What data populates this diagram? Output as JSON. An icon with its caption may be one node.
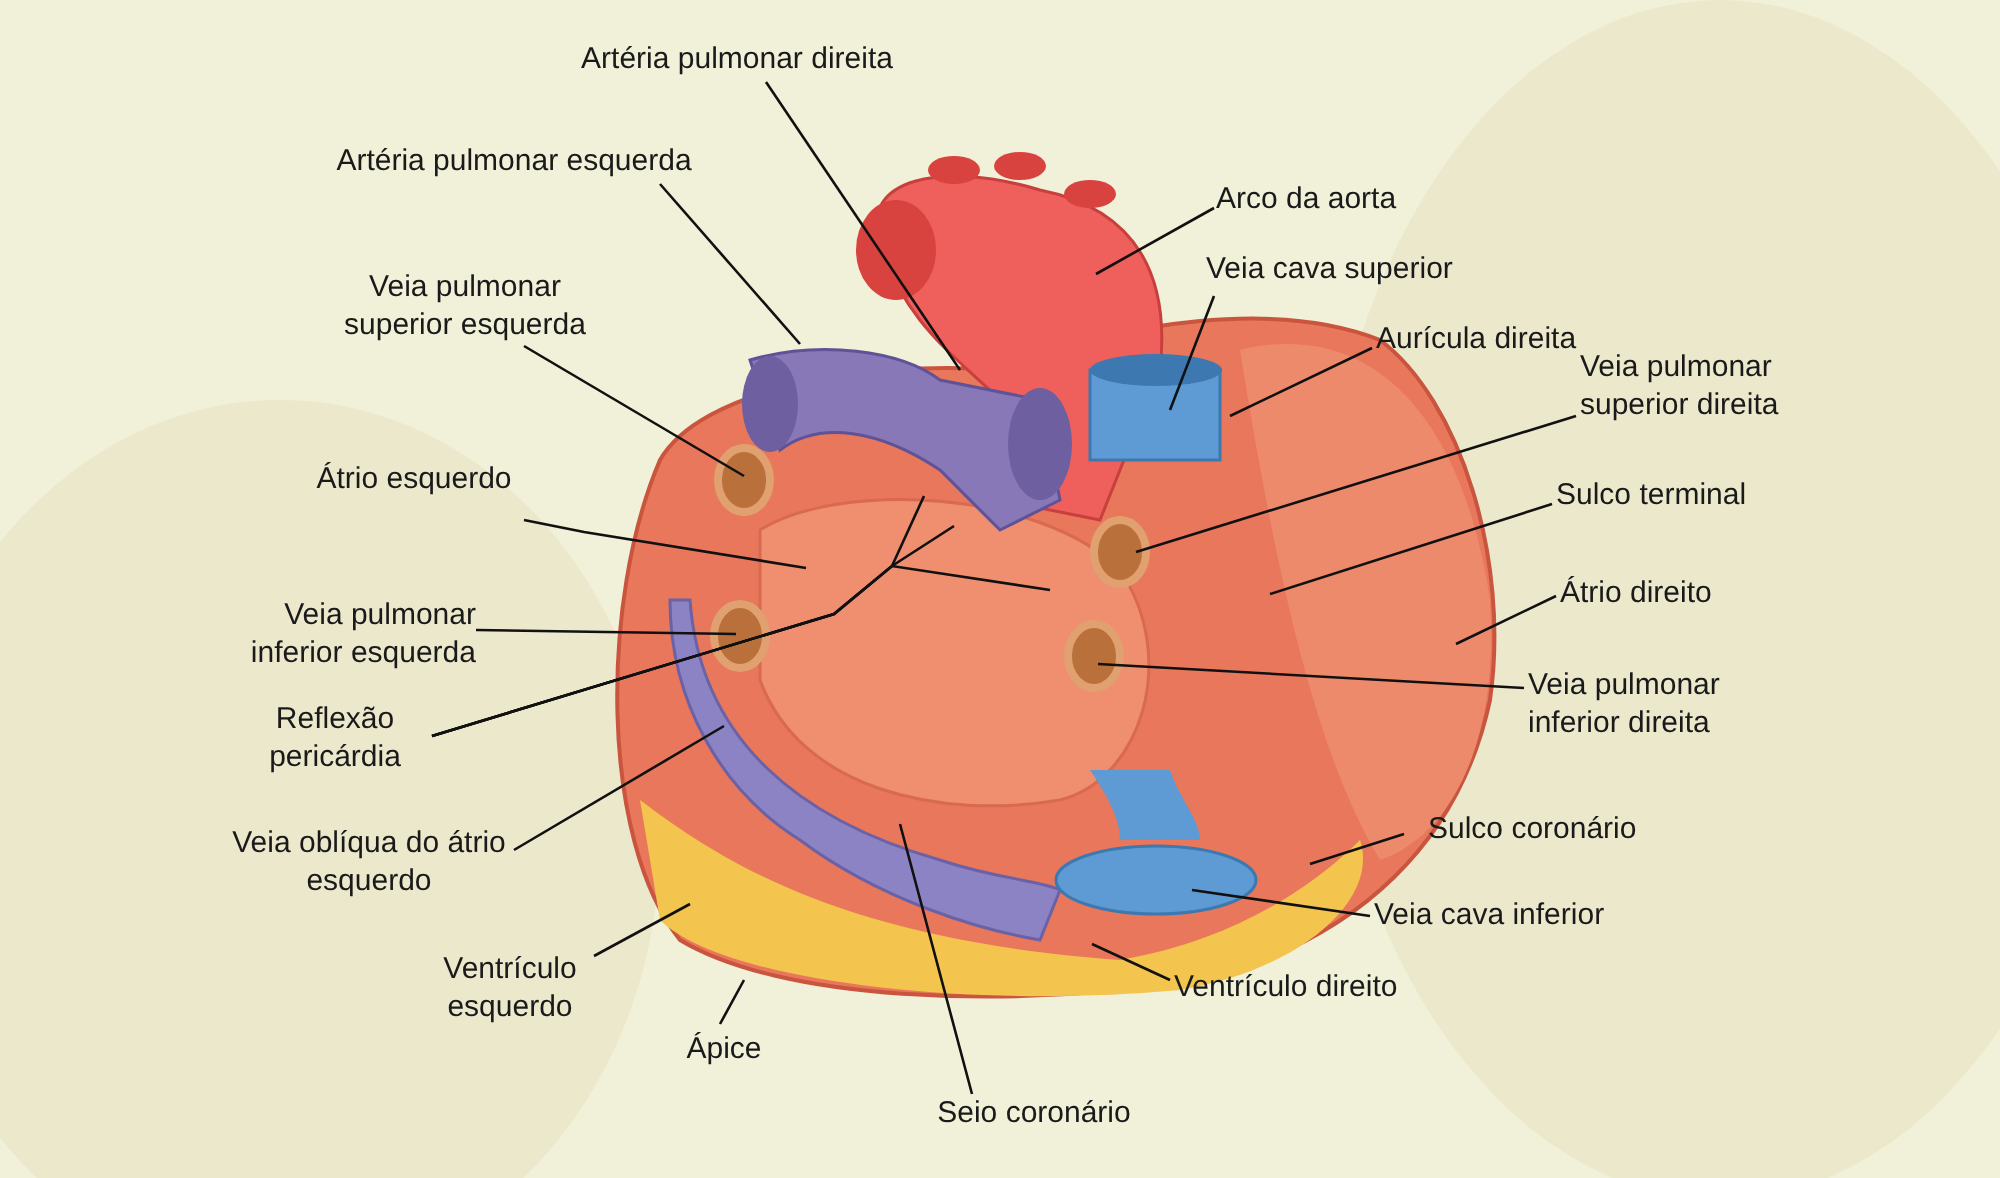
{
  "diagram": {
    "nodes": [
      {
        "text": [
          "Artéria pulmonar direita"
        ]
      },
      {
        "text": [
          "Artéria pulmonar esquerda"
        ]
      },
      {
        "text": [
          "Veia pulmonar superior esquerda"
        ]
      },
      {
        "text": [
          "Átrio esquerdo"
        ]
      },
      {
        "text": [
          "Veia pulmonar inferior esquerda"
        ]
      },
      {
        "text": [
          "Reflexão pericárdia"
        ]
      },
      {
        "text": [
          "Veia oblíqua do átrio esquerdo"
        ]
      },
      {
        "text": [
          "Ventrículo esquerdo"
        ]
      },
      {
        "text": [
          "Ápice"
        ]
      },
      {
        "text": [
          "Seio coronário"
        ]
      },
      {
        "text": [
          "Arco da aorta"
        ]
      },
      {
        "text": [
          "Veia cava superior"
        ]
      },
      {
        "text": [
          "Aurícula direita"
        ]
      },
      {
        "text": [
          "Veia pulmonar superior direita"
        ]
      },
      {
        "text": [
          "Sulco terminal"
        ]
      },
      {
        "text": [
          "Átrio direito"
        ]
      },
      {
        "text": [
          "Veia pulmonar inferior direita"
        ]
      },
      {
        "text": [
          "Sulco coronário"
        ]
      },
      {
        "text": [
          "Veia cava inferior"
        ]
      },
      {
        "text": [
          "Ventrículo direito"
        ]
      }
    ],
    "edges": [
      {
        "from": 0,
        "to": null,
        "arrow": "none"
      },
      {
        "from": 1,
        "to": null,
        "arrow": "none"
      },
      {
        "from": 2,
        "to": null,
        "arrow": "none"
      },
      {
        "from": 3,
        "to": null,
        "arrow": "none"
      },
      {
        "from": 4,
        "to": null,
        "arrow": "none"
      },
      {
        "from": 5,
        "to": null,
        "arrow": "none"
      },
      {
        "from": 5,
        "to": null,
        "arrow": "none"
      },
      {
        "from": 5,
        "to": null,
        "arrow": "none"
      },
      {
        "from": 6,
        "to": null,
        "arrow": "none"
      },
      {
        "from": 7,
        "to": null,
        "arrow": "none"
      },
      {
        "from": 8,
        "to": null,
        "arrow": "none"
      },
      {
        "from": 9,
        "to": null,
        "arrow": "none"
      },
      {
        "from": 10,
        "to": null,
        "arrow": "none"
      },
      {
        "from": 11,
        "to": null,
        "arrow": "none"
      },
      {
        "from": 12,
        "to": null,
        "arrow": "none"
      },
      {
        "from": 13,
        "to": null,
        "arrow": "none"
      },
      {
        "from": 14,
        "to": null,
        "arrow": "none"
      },
      {
        "from": 15,
        "to": null,
        "arrow": "none"
      },
      {
        "from": 16,
        "to": null,
        "arrow": "none"
      },
      {
        "from": 17,
        "to": null,
        "arrow": "none"
      },
      {
        "from": 18,
        "to": null,
        "arrow": "none"
      },
      {
        "from": 19,
        "to": null,
        "arrow": "none"
      }
    ]
  }
}
